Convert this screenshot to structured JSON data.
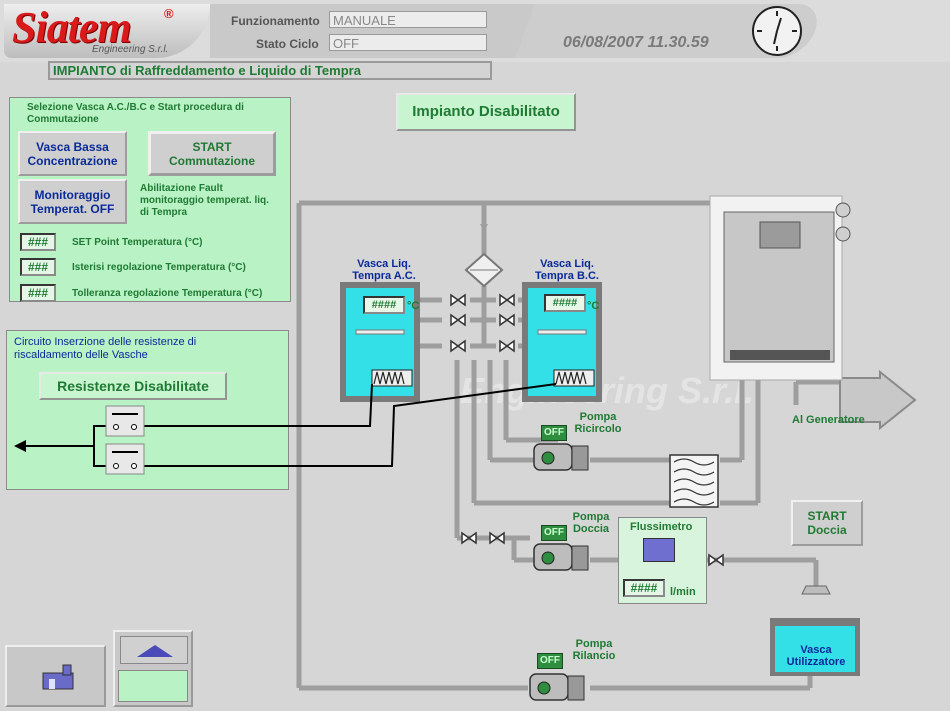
{
  "header": {
    "logo_text": "Siatem",
    "logo_sub": "Engineering S.r.l.",
    "funzionamento_label": "Funzionamento",
    "funzionamento_value": "MANUALE",
    "stato_ciclo_label": "Stato Ciclo",
    "stato_ciclo_value": "OFF",
    "datetime": "06/08/2007 11.30.59"
  },
  "title": "IMPIANTO di Raffreddamento e Liquido di Tempra",
  "status_button": "Impianto Disabilitato",
  "selection_panel": {
    "heading": "Selezione Vasca A.C./B.C e  Start procedura di Commutazione",
    "vasca_button": "Vasca Bassa Concentrazione",
    "start_button": "START Commutazione",
    "monitor_button": "Monitoraggio Temperat. OFF",
    "monitor_note": "Abilitazione Fault monitoraggio temperat. liq. di Tempra",
    "params": [
      {
        "value": "###",
        "label": "SET Point Temperatura (°C)"
      },
      {
        "value": "###",
        "label": "Isterisi regolazione Temperatura (°C)"
      },
      {
        "value": "###",
        "label": "Tolleranza regolazione Temperatura (°C)"
      }
    ]
  },
  "heater_panel": {
    "heading": "Circuito Inserzione delle resistenze di riscaldamento delle Vasche",
    "button": "Resistenze Disabilitate"
  },
  "tanks": [
    {
      "label": "Vasca Liq. Tempra A.C.",
      "temp": "####",
      "unit": "°C"
    },
    {
      "label": "Vasca Liq. Tempra B.C.",
      "temp": "####",
      "unit": "°C"
    }
  ],
  "pumps": [
    {
      "label": "Pompa Ricircolo",
      "state": "OFF"
    },
    {
      "label": "Pompa Doccia",
      "state": "OFF"
    },
    {
      "label": "Pompa Rilancio",
      "state": "OFF"
    }
  ],
  "flowmeter": {
    "label": "Flussimetro",
    "value": "####",
    "unit": "l/min"
  },
  "generator_label": "Al Generatore",
  "start_doccia": "START Doccia",
  "vasca_utilizzatore": "Vasca Utilizzatore",
  "watermark": "Engineering S.r.l."
}
